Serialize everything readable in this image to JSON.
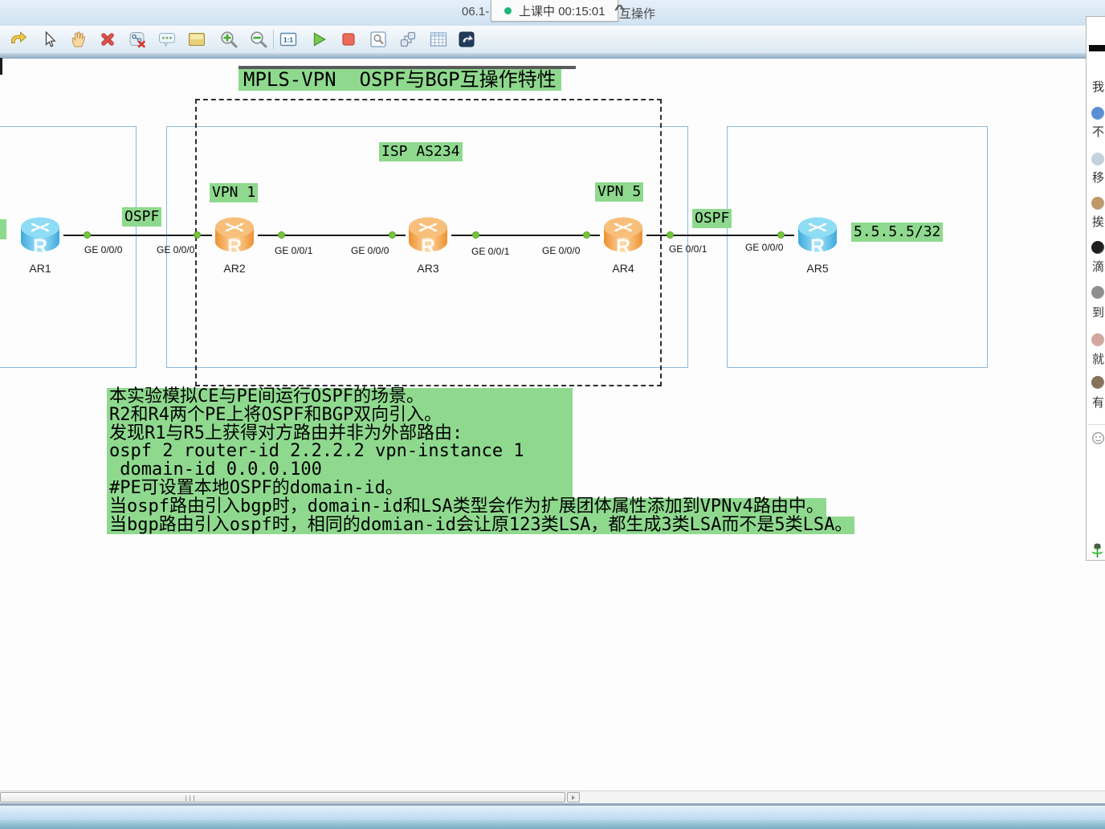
{
  "colors": {
    "highlight_green": "#8fd98f",
    "router_blue": "#4fb8e6",
    "router_orange": "#f59d44",
    "link_dot_green": "#74c53c",
    "play_green": "#7cc952",
    "stop_red": "#ec6a5b",
    "recording_dot_green": "#1db877"
  },
  "titlebar": {
    "title_left": "06.1-",
    "title_right": "互操作",
    "overlay": {
      "status_label": "上课中",
      "timer": "00:15:01",
      "chevron": "^"
    }
  },
  "toolbar": {
    "buttons": [
      {
        "name": "redo"
      },
      {
        "name": "select"
      },
      {
        "name": "pan"
      },
      {
        "name": "delete"
      },
      {
        "name": "delete-link"
      },
      {
        "name": "annotation"
      },
      {
        "name": "text-box"
      },
      {
        "name": "zoom-in"
      },
      {
        "name": "zoom-out"
      },
      {
        "name": "actual-size",
        "label": "1:1"
      },
      {
        "name": "start-device"
      },
      {
        "name": "stop-device"
      },
      {
        "name": "packet-capture"
      },
      {
        "name": "topology"
      },
      {
        "name": "address-table"
      },
      {
        "name": "cli-console"
      }
    ]
  },
  "canvas": {
    "diagram_title": "MPLS-VPN  OSPF与BGP互操作特性",
    "region_labels": {
      "isp": "ISP AS234",
      "vpn_left": "VPN 1",
      "vpn_right": "VPN 5",
      "ospf_left": "OSPF",
      "ospf_right": "OSPF",
      "loopback_right": "5.5.5.5/32"
    },
    "routers": [
      {
        "name": "AR1",
        "color": "blue"
      },
      {
        "name": "AR2",
        "color": "orange"
      },
      {
        "name": "AR3",
        "color": "orange"
      },
      {
        "name": "AR4",
        "color": "orange"
      },
      {
        "name": "AR5",
        "color": "blue"
      }
    ],
    "interface_labels": [
      "GE 0/0/0",
      "GE 0/0/0",
      "GE 0/0/1",
      "GE 0/0/0",
      "GE 0/0/1",
      "GE 0/0/0",
      "GE 0/0/1",
      "GE 0/0/0"
    ],
    "notes_lines": [
      "本实验模拟CE与PE间运行OSPF的场景。",
      "R2和R4两个PE上将OSPF和BGP双向引入。",
      "发现R1与R5上获得对方路由并非为外部路由:",
      "ospf 2 router-id 2.2.2.2 vpn-instance 1",
      " domain-id 0.0.0.100",
      "#PE可设置本地OSPF的domain-id。",
      "当ospf路由引入bgp时，domain-id和LSA类型会作为扩展团体属性添加到VPNv4路由中。",
      "当bgp路由引入ospf时，相同的domian-id会让原123类LSA，都生成3类LSA而不是5类LSA。"
    ]
  },
  "chat_panel": {
    "fragments": [
      "我",
      "不",
      "移",
      "挨",
      "滴",
      "到",
      "就",
      "有"
    ]
  }
}
